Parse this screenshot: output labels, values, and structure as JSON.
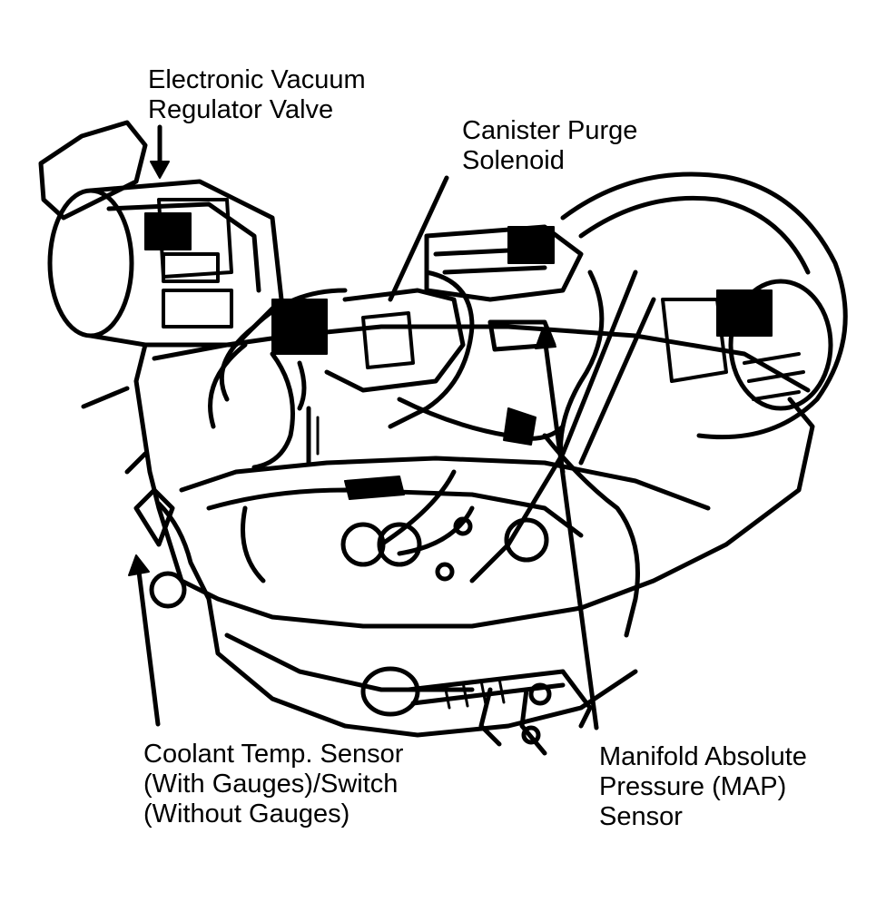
{
  "labels": {
    "evrv": {
      "line1": "Electronic Vacuum",
      "line2": "Regulator Valve"
    },
    "canister": {
      "line1": "Canister Purge",
      "line2": "Solenoid"
    },
    "coolant": {
      "line1": "Coolant Temp. Sensor",
      "line2": "(With Gauges)/Switch",
      "line3": "(Without Gauges)"
    },
    "map": {
      "line1": "Manifold Absolute",
      "line2": "Pressure (MAP)",
      "line3": "Sensor"
    }
  },
  "colors": {
    "ink": "#000000",
    "paper": "#ffffff"
  }
}
